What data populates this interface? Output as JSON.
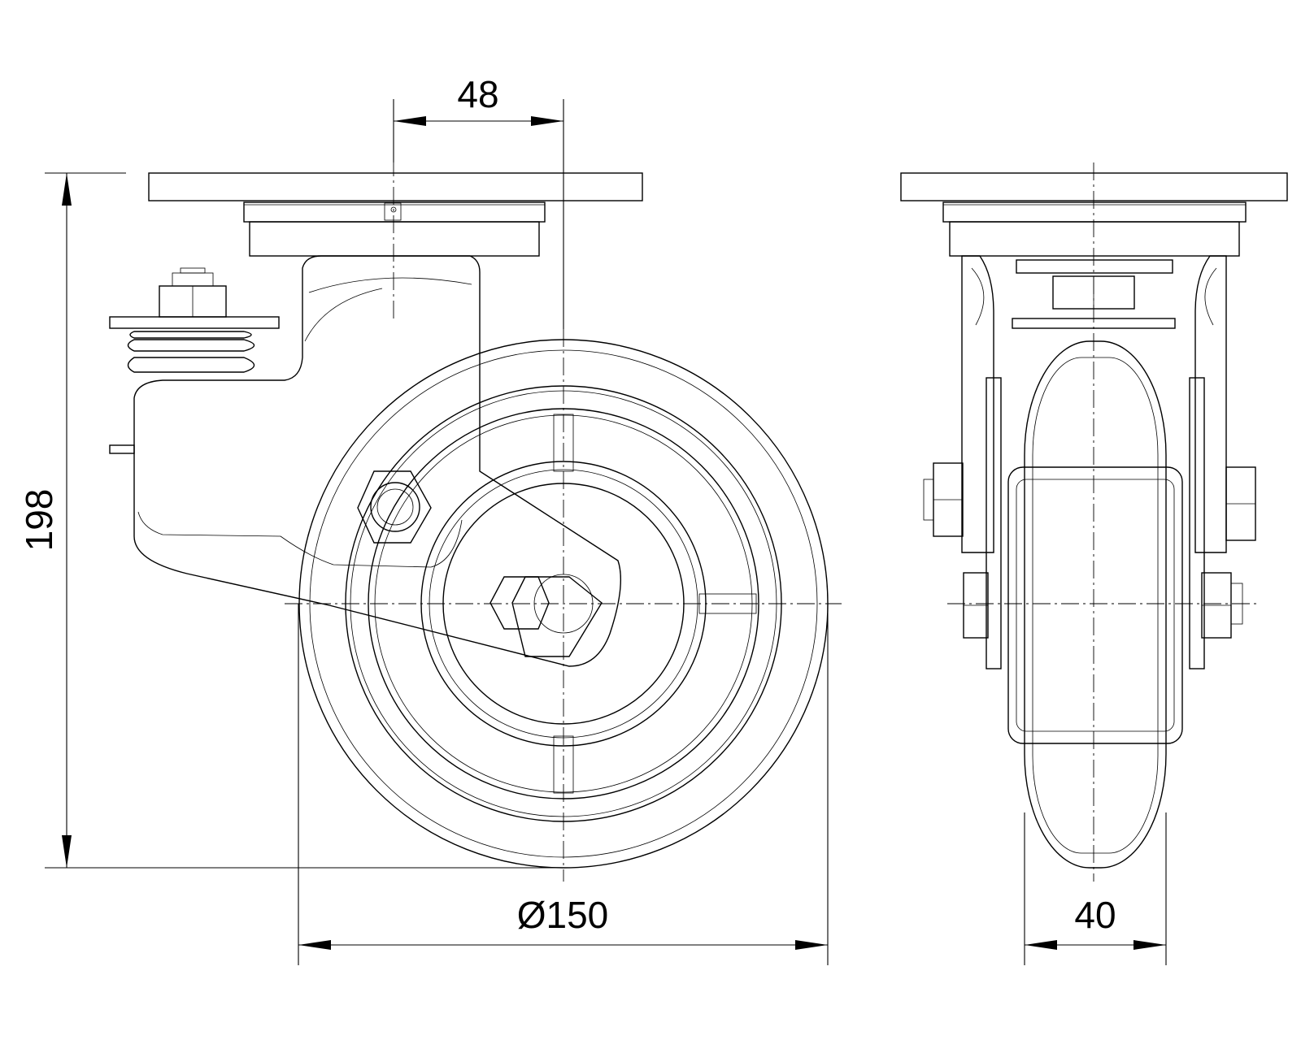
{
  "dimensions": {
    "offset": "48",
    "height": "198",
    "wheel_diameter": "Ø150",
    "wheel_width": "40"
  }
}
